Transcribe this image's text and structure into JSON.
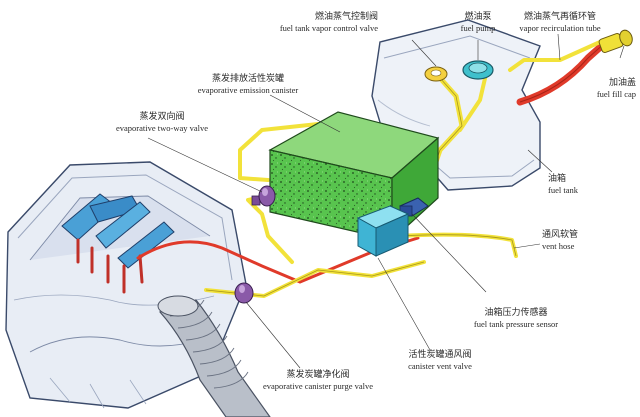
{
  "colors": {
    "canister": "#52c24a",
    "fuel_line_yellow": "#f0e038",
    "vapor_line_red": "#e03a2a",
    "vent_valve_cyan": "#3fb4d4",
    "purge_valve_purple": "#8a5aa8",
    "sensor_blue": "#3a62b0",
    "tank_fill": "#eef2f8",
    "engine_fill": "#eaeef6",
    "outline": "#3a4a6a"
  },
  "labels": {
    "tank_vapor_valve": {
      "zh": "燃油蒸气控制阀",
      "en": "fuel tank vapor control valve"
    },
    "fuel_pump": {
      "zh": "燃油泵",
      "en": "fuel pump"
    },
    "vapor_recirc": {
      "zh": "燃油蒸气再循环管",
      "en": "vapor recirculation tube"
    },
    "fuel_cap": {
      "zh": "加油盖",
      "en": "fuel fill cap"
    },
    "canister": {
      "zh": "蒸发排放活性炭罐",
      "en": "evaporative emission canister"
    },
    "two_way_valve": {
      "zh": "蒸发双向阀",
      "en": "evaporative two-way valve"
    },
    "fuel_tank": {
      "zh": "油箱",
      "en": "fuel tank"
    },
    "vent_hose": {
      "zh": "通风软管",
      "en": "vent hose"
    },
    "pressure_sensor": {
      "zh": "油箱压力传感器",
      "en": "fuel tank pressure sensor"
    },
    "vent_valve": {
      "zh": "活性炭罐通风阀",
      "en": "canister vent valve"
    },
    "purge_valve": {
      "zh": "蒸发炭罐净化阀",
      "en": "evaporative canister purge valve"
    }
  }
}
